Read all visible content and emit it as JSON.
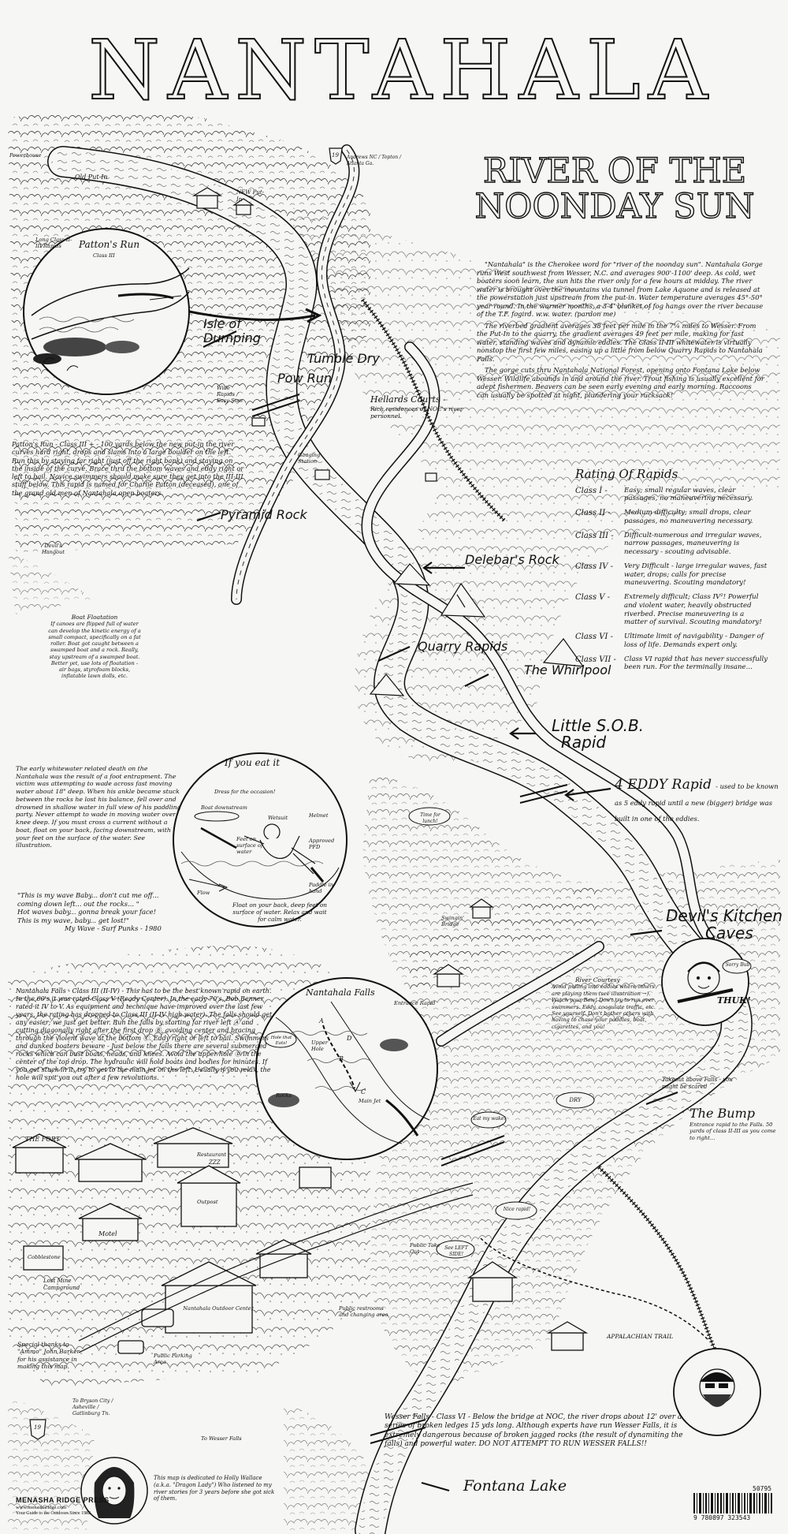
{
  "header": {
    "title": "NANTAHALA",
    "subtitle_line1": "RIVER OF THE",
    "subtitle_line2": "NOONDAY SUN"
  },
  "intro": {
    "paragraph1": "\"Nantahala\" is the Cherokee word for \"river of the noonday sun\". Nantahala Gorge runs West southwest from Wesser, N.C. and averages 900'-1100' deep. As cold, wet boaters soon learn, the sun hits the river only for a few hours at midday. The river water is brought over the mountains via tunnel from Lake Aquone and is released at the powerstation just upstream from the put-in. Water temperature averages 45°-50° year round. In the warmer months, a 3-4' blanket of fog hangs over the river because of the T.F. fogird. w.w. water. (pardon me)",
    "paragraph2": "The riverbed gradient averages 38 feet per mile in the 7¼ miles to Wesser. From the Put-In to the quarry, the gradient averages 49 feet per mile, making for fast water, standing waves and dynamic eddies. The Class II-III whitewater is virtually nonstop the first few miles, easing up a little from below Quarry Rapids to Nantahala Falls.",
    "paragraph3": "The gorge cuts thru Nantahala National Forest, opening onto Fontana Lake below Wesser. Wildlife abounds in and around the river. Trout fishing is usually excellent for adept fishermen. Beavers can be seen early evening and early morning. Raccoons can usually be spotted at night, plundering your rucksack!"
  },
  "rating": {
    "title": "Rating Of Rapids",
    "rows": [
      {
        "cls": "Class I -",
        "desc": "Easy; small regular waves, clear passages, no maneuvering necessary."
      },
      {
        "cls": "Class II -",
        "desc": "Medium difficulty; small drops, clear passages, no maneuvering necessary."
      },
      {
        "cls": "Class III -",
        "desc": "Difficult-numerous and irregular waves, narrow passages, maneuvering is necessary - scouting advisable."
      },
      {
        "cls": "Class IV -",
        "desc": "Very Difficult - large irregular waves, fast water, drops; calls for precise maneuvering. Scouting mandatory!"
      },
      {
        "cls": "Class V -",
        "desc": "Extremely difficult; Class IV²! Powerful and violent water, heavily obstructed riverbed. Precise maneuvering is a matter of survival. Scouting mandatory!"
      },
      {
        "cls": "Class VI -",
        "desc": "Ultimate limit of navigability - Danger of loss of life. Demands expert only."
      },
      {
        "cls": "Class VII -",
        "desc": "Class VI rapid that has never successfully been run. For the terminally insane..."
      }
    ]
  },
  "pattons_run": {
    "inset_title": "Patton's Run",
    "inset_class": "Class III",
    "text": "Patton's Run - Class III + - 100 yards below the new put-in the river curves hard right, drops and slams into a large boulder on the left. Run this by staying far right (just off the right bank) and staying on the inside of the curve. Brace thru the bottom waves and eddy right or left to bail. Novice swimmers should make sure they get into the III-III stuff below. This rapid is named for Charlie Patton (deceased), one of the grand old men of Nantahala open boaters."
  },
  "boat_floatation": {
    "title": "Boat Floatation",
    "text": "If canoes are flipped full of water can develop the kinetic energy of a small compact, specifically on a fat roller. Boat got caught between a swamped boat and a rock. Really, stay upstream of a swamped boat. Better yet, use lots of floatation - air bags, styrofoam blocks, inflatable lawn dolls, etc."
  },
  "swim_story": {
    "text": "The early whitewater related death on the Nantahala was the result of a foot entrapment. The victim was attempting to wade across fast moving water about 18\" deep. When his ankle became stuck between the rocks he lost his balance, fell over and drowned in shallow water in full view of his paddling party. Never attempt to wade in moving water over knee deep. If you must cross a current without a boat, float on your back, facing downstream, with your feet on the surface of the water. See illustration."
  },
  "if_you_eat_it": {
    "title": "If you eat it",
    "label_dress": "Dress for the occasion!",
    "label_boat": "Boat downstream",
    "label_wetsuit": "Wetsuit",
    "label_helmet": "Helmet",
    "label_feet": "Feet on surface of water",
    "label_pfd": "Approved PFD",
    "label_paddle": "Paddle in hand",
    "label_flow": "Flow",
    "caption": "Float on your back, deep feet on surface of water. Relax and wait for calm water."
  },
  "lyrics": {
    "line1": "\"This is my wave Baby... don't cut me off...",
    "line2": "coming down left... out the rocks... \"",
    "line3": "Hot waves baby... gonna break your face!",
    "line4": "This is my wave, baby... get lost!\"",
    "credit": "My Wave - Surf Punks - 1980"
  },
  "nantahala_falls": {
    "inset_title": "Nantahala Falls",
    "text": "Nantahala Falls - Class III (II-IV) - This has to be the best known rapid on earth. In the 60's it was rated Class V (Ready Center). In the early 70's, Bob Benner rated it IV to V. As equipment and technique have improved over the last few years, the rating has dropped to Class III (II-IV high water). The falls should get any easier; we just get better. Run the falls by starting far river left Ⓐ and cutting diagonally right after the first drop Ⓑ, avoiding center and bracing through the violent wave at the bottom Ⓒ. Eddy right or left to bail. Swimmers and dunked boaters beware - Just below the falls there are several submerged rocks which can bust boats, heads, and knees. Avoid the upper hole Ⓓ in the center of the top drop. The hydraulic will hold boats and bodies for minutes. If you get stuck in it, try to get to the main jet on the left. Usually if you relax, the hole will spit you out after a few revolutions."
  },
  "river_courtesy": {
    "title": "River Courtesy",
    "text": "Avoid pulling into eddies where others are playing them (see illustration →). Watch your Bow! Don't try to run over swimmers. Eddy, coagulate traffic, etc. See yourself. Don't bother others with having to chase your paddles, boat, cigarettes, and you!"
  },
  "wesser_falls": {
    "text": "Wesser Falls - Class VI - Below the bridge at NOC, the river drops about 12' over a series of broken ledges 15 yds long. Although experts have run Wesser Falls, it is extremely dangerous because of broken jagged rocks (the result of dynamiting the falls) and powerful water. DO NOT ATTEMPT TO RUN WESSER FALLS!!"
  },
  "dedication": {
    "text": "This map is dedicated to Holly Wallace (a.k.a. \"Dragon Lady\") Who listened to my river stories for 3 years before she got sick of them."
  },
  "thanks": {
    "text": "Special thanks to \"Ammo\" John Barker for his assistance in making this map."
  },
  "map_labels": {
    "powerhouse": "Powerhouse",
    "old_put_in": "Old Put-In",
    "long_class_ii": "Long Class II-III Rapids",
    "new_put_in": "NEW Put-In",
    "road_19": "19",
    "andrews_sign": "Andrews NC / Topton / Atlanta Ga.",
    "isle_of_dumping": "Isle of Dumping",
    "tumble_dry": "Tumble Dry",
    "pow_run": "Pow Run",
    "wide_rapids": "Wide Rapids / Easy Sign",
    "hellards_courts": "Hellards Courts -",
    "hellards_note": "Rich residences of NOC's river personnel.",
    "gauging_station": "Gauging Station",
    "pyramid_rock": "Pyramid Rock",
    "devils_hangout": "Devil's Hangout",
    "delebars_rock": "Delebar's Rock",
    "quarry_rapids": "Quarry Rapids",
    "whirlpool": "The Whirlpool",
    "little_sob": "Little S.O.B.",
    "little_sob_2": "Rapid",
    "four_eddy": "4 EDDY Rapid",
    "four_eddy_note": "- used to be known as 5 eddy rapid until a new (bigger) bridge was built in one of the eddies.",
    "devils_kitchen": "Devil's Kitchen",
    "devils_kitchen_2": "Caves",
    "swingin_bridge": "Swingin' Bridge",
    "takeout_above_falls": "Takeout above Falls - you might be scared",
    "the_bump": "The Bump",
    "the_bump_note": "Entrance rapid to the Falls. 50 yards of class II-III as you come to right...",
    "the_fort": "THE FORT",
    "motel": "Motel",
    "restaurant": "Restaurant",
    "outpost": "Outpost",
    "noc": "Nantahala Outdoor Center",
    "lost_mine": "Lost Mine Campground",
    "cobblestone": "Cobblestone",
    "appalachian_trail": "APPALACHIAN TRAIL",
    "public_parking": "Public Parking Area",
    "public_parking_2": "Public Take Out",
    "public_restrooms": "Public restrooms and changing area",
    "to_wesser_falls": "To Wesser Falls",
    "to_bryson": "To Bryson City / Asheville / Gatlinburg Tn.",
    "fontana_lake": "Fontana Lake",
    "class_iii_label": "Class III",
    "falls_entrance": "Entrance Rapid",
    "falls_rocks": "Rocks",
    "falls_upper": "Upper Hole",
    "falls_main": "Main Jet",
    "falls_a": "A",
    "falls_b": "B",
    "falls_c": "C",
    "falls_d": "D",
    "speech_hole": "Hole that Eats!",
    "speech_time": "Time for lunch!",
    "speech_see": "See LEFT SIDE!",
    "speech_nice": "Nice rapid!",
    "speech_cult": "Eat my wake!",
    "speech_thuk": "THUK!",
    "speech_sorry": "Sorry Bub",
    "dry_sign": "DRY",
    "zzz": "ZZZ"
  },
  "publisher": {
    "name": "MENASHA RIDGE PRESS",
    "url": "www.menasharidge.com",
    "tagline": "Your Guide to the Outdoors Since 1982"
  },
  "barcode": {
    "price_code": "50795",
    "isbn": "9 780897 323543"
  },
  "colors": {
    "ink": "#111111",
    "paper": "#f6f6f4"
  }
}
